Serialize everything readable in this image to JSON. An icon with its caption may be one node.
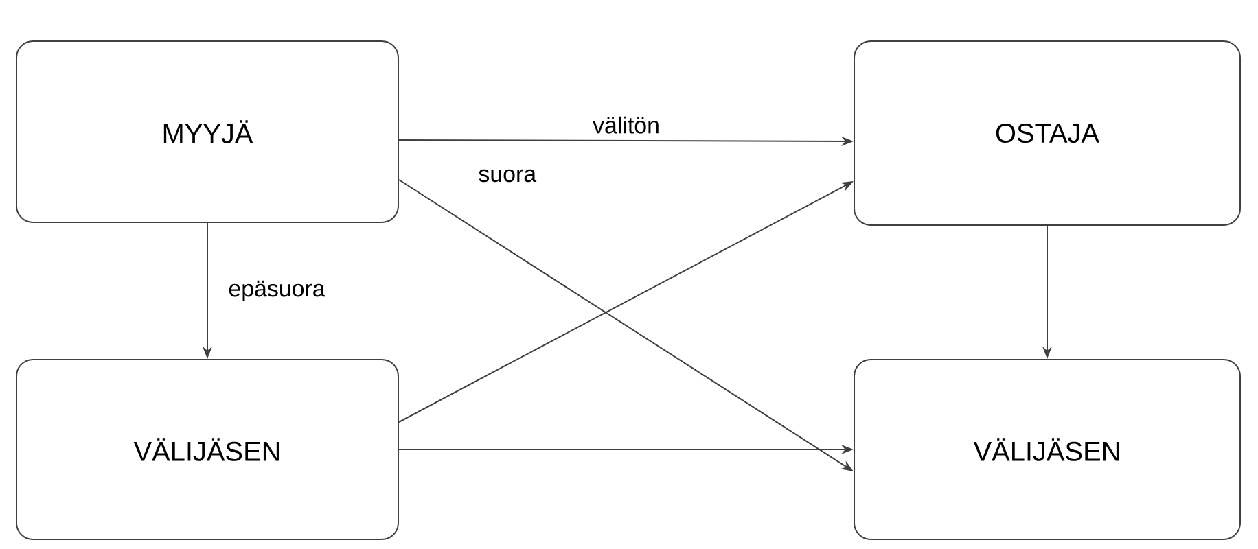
{
  "diagram": {
    "nodes": [
      {
        "text": [
          "MYYJÄ"
        ]
      },
      {
        "text": [
          "OSTAJA"
        ]
      },
      {
        "text": [
          "VÄLIJÄSEN"
        ]
      },
      {
        "text": [
          "VÄLIJÄSEN"
        ]
      }
    ],
    "edges": [
      {
        "from": 0,
        "to": 1,
        "arrow": "to",
        "label": "välitön"
      },
      {
        "from": 0,
        "to": 2,
        "arrow": "to",
        "label": "epäsuora"
      },
      {
        "from": 0,
        "to": 3,
        "arrow": "to"
      },
      {
        "from": 2,
        "to": 1,
        "arrow": "to"
      },
      {
        "from": 2,
        "to": 3,
        "arrow": "to"
      },
      {
        "from": 1,
        "to": 3,
        "arrow": "to"
      }
    ],
    "labels": [
      "suora"
    ]
  }
}
